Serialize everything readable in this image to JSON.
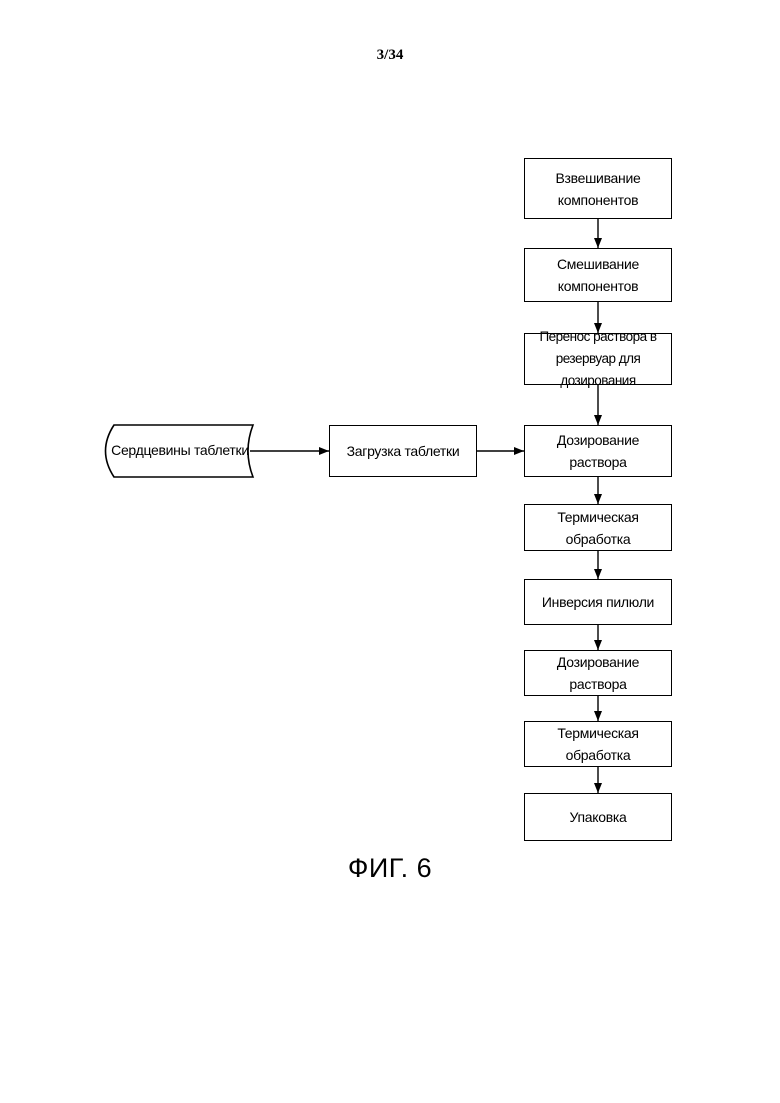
{
  "page_number": "3/34",
  "figure_caption": "ФИГ. 6",
  "input": {
    "tablet_cores": "Сердцевины таблетки",
    "tablet_loading": "Загрузка таблетки"
  },
  "steps": [
    "Взвешивание компонентов",
    "Смешивание компонентов",
    "Перенос раствора в резервуар для дозирования",
    "Дозирование раствора",
    "Термическая обработка",
    "Инверсия пилюли",
    "Дозирование раствора",
    "Термическая обработка",
    "Упаковка"
  ]
}
